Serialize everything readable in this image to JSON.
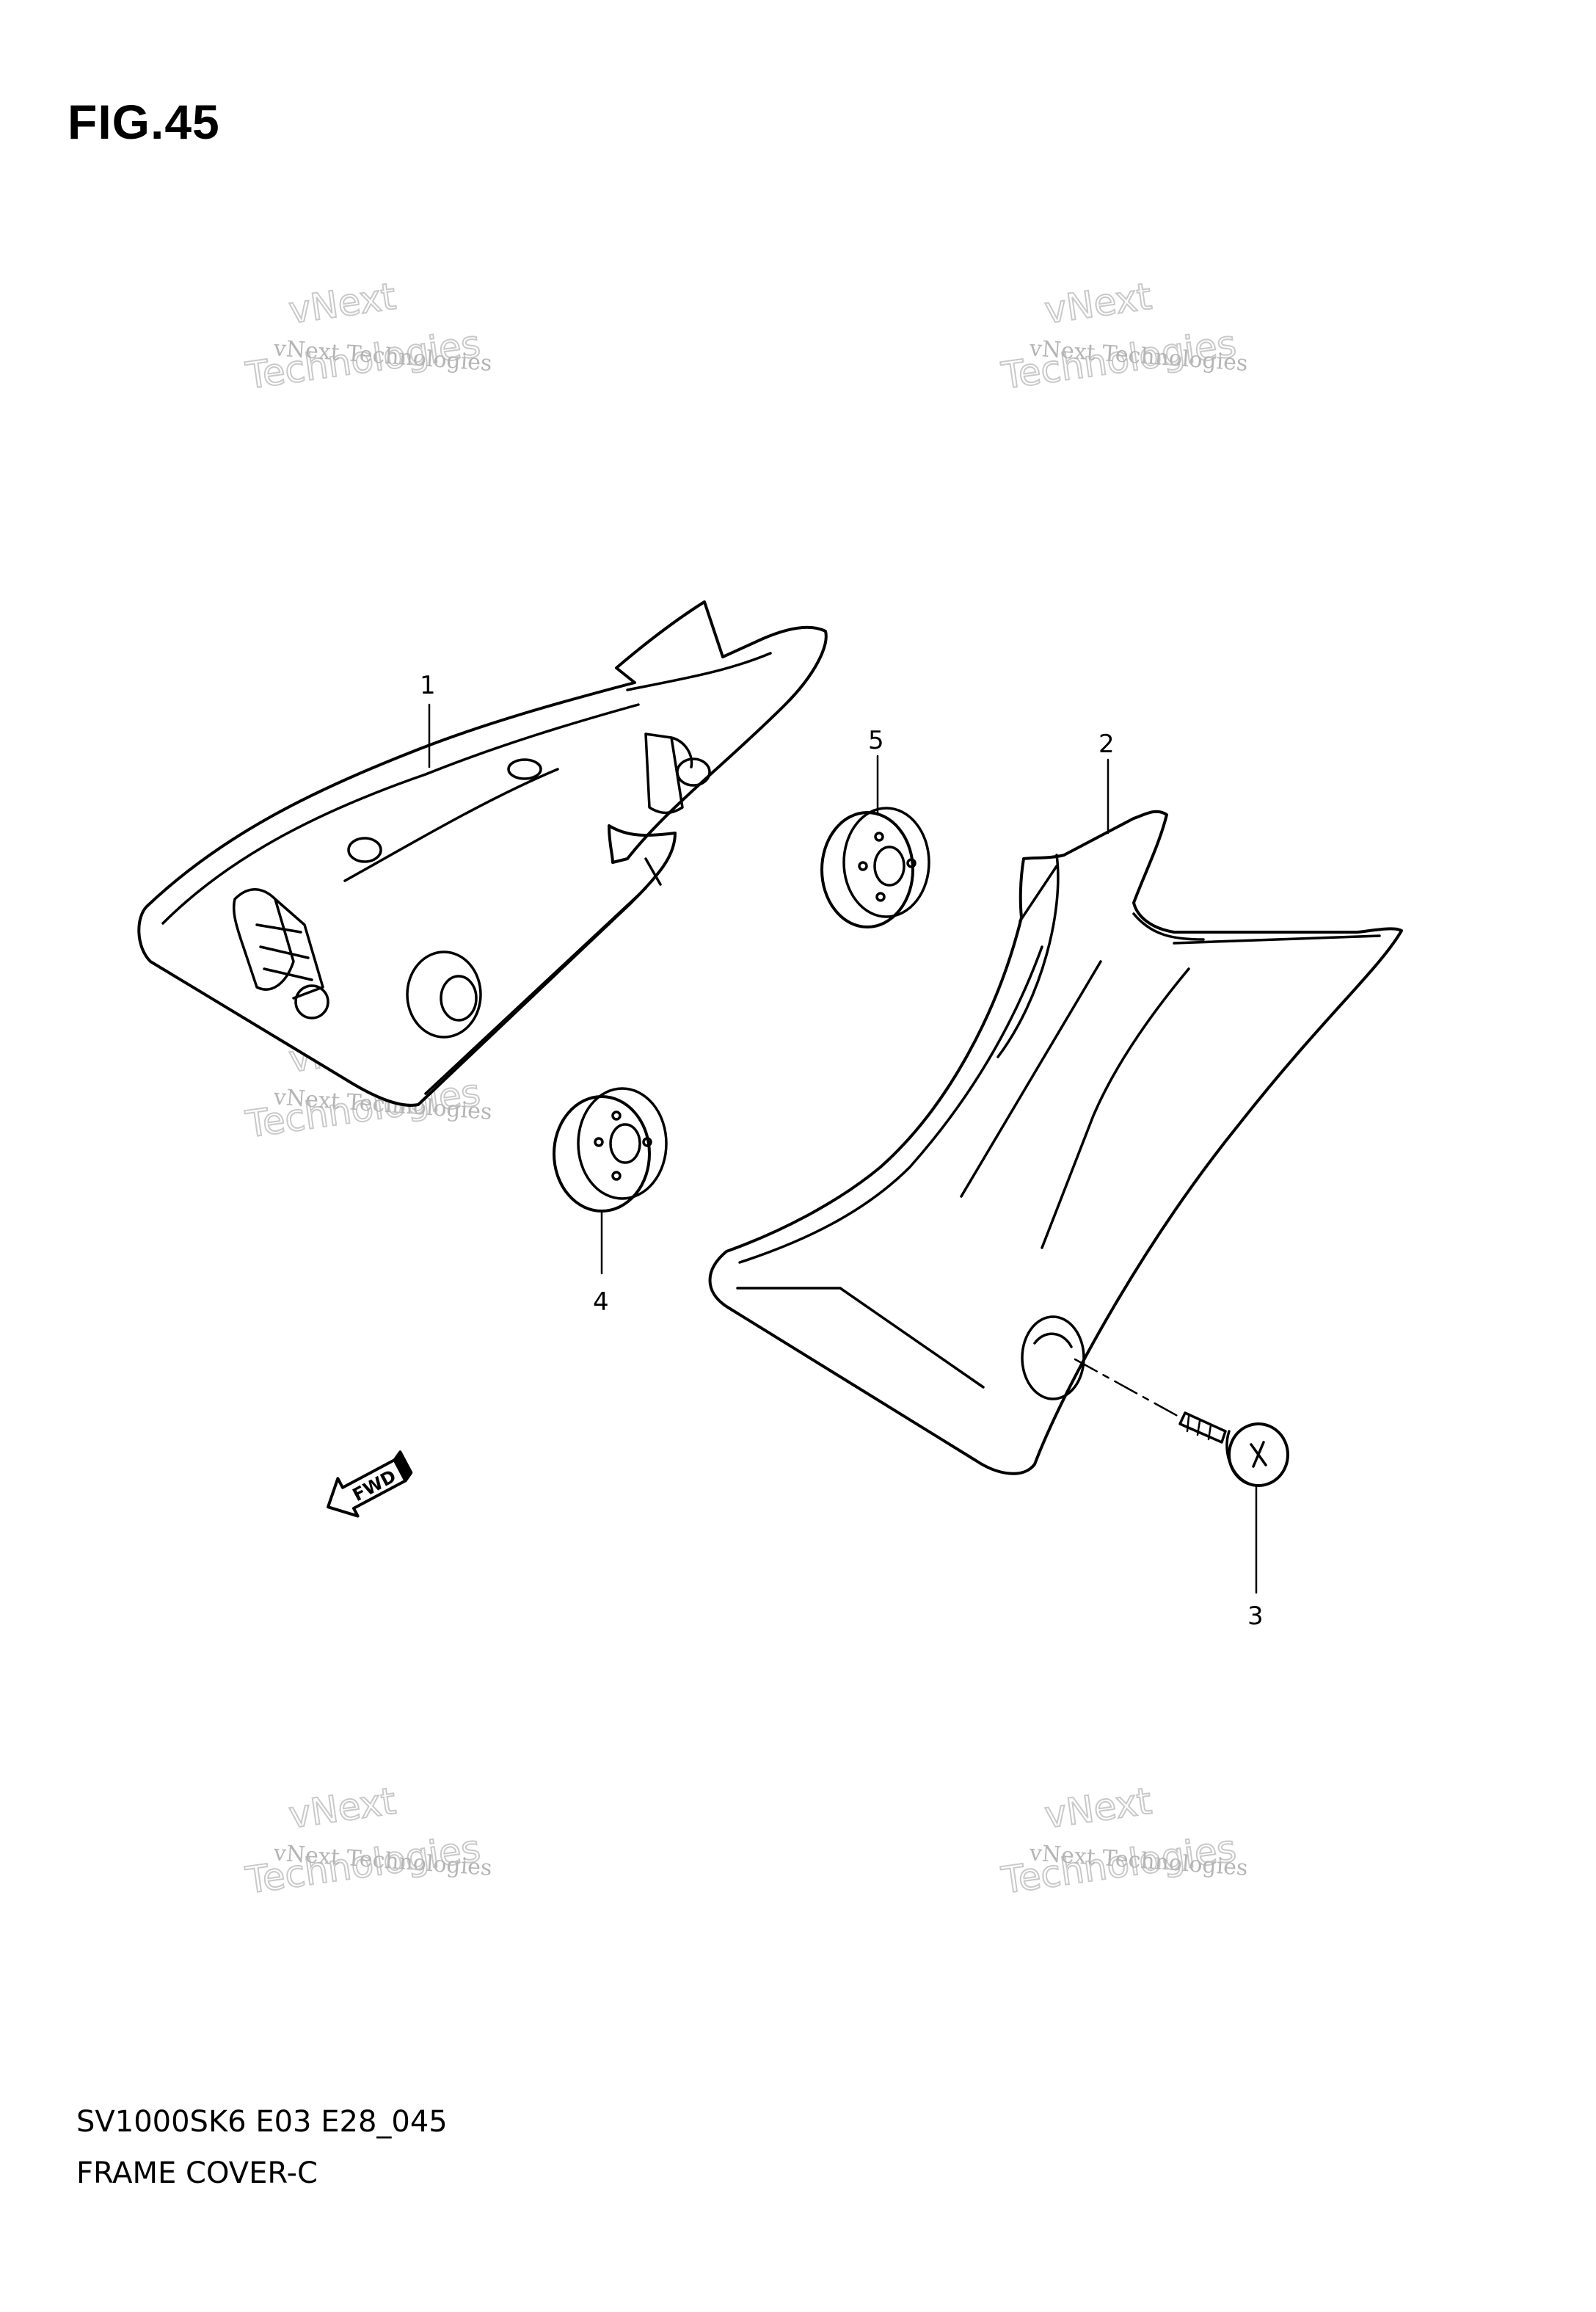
{
  "figure": {
    "title": "FIG.45",
    "model_code": "SV1000SK6 E03 E28_045",
    "section_name": "FRAME COVER-C"
  },
  "callouts": [
    {
      "id": "1",
      "label": "1"
    },
    {
      "id": "2",
      "label": "2"
    },
    {
      "id": "3",
      "label": "3"
    },
    {
      "id": "4",
      "label": "4"
    },
    {
      "id": "5",
      "label": "5"
    }
  ],
  "direction_arrow": {
    "label": "FWD"
  },
  "watermark": {
    "small_text": "vNext Technologies",
    "big_line1": "vNext",
    "big_line2": "Technologies"
  }
}
